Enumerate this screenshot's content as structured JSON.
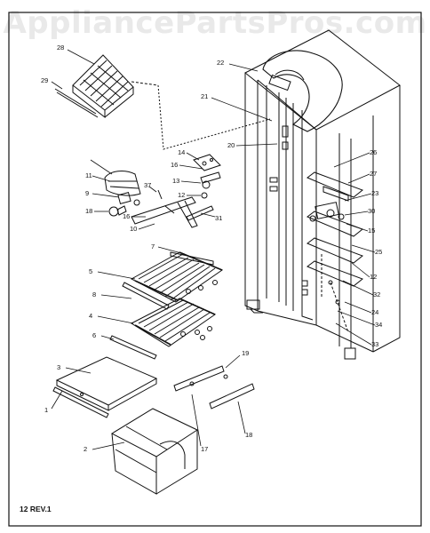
{
  "watermark": "AppliancePartsPros.com",
  "revision": "12 REV.1",
  "part_numbers": [
    "28",
    "29",
    "22",
    "21",
    "20",
    "14",
    "16",
    "13",
    "12",
    "11",
    "9",
    "37",
    "18",
    "16",
    "10",
    "31",
    "26",
    "27",
    "23",
    "30",
    "15",
    "25",
    "12",
    "32",
    "24",
    "34",
    "33",
    "7",
    "5",
    "8",
    "4",
    "6",
    "3",
    "1",
    "2",
    "19",
    "17",
    "18"
  ]
}
